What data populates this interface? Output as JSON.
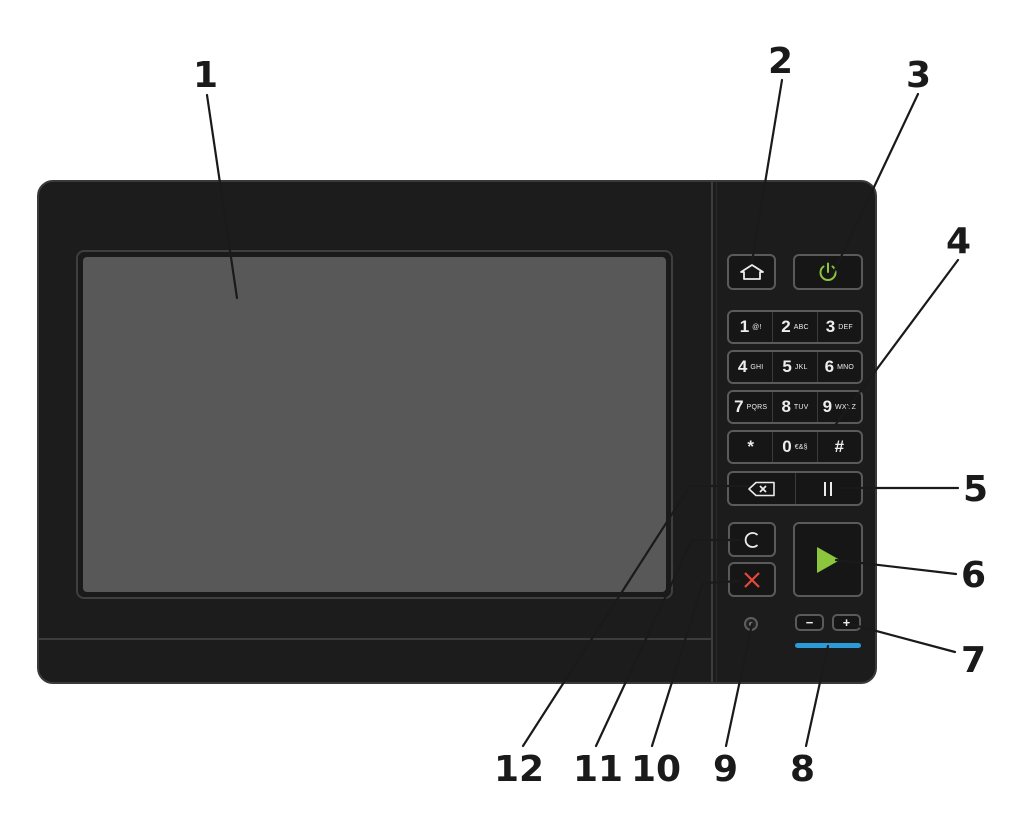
{
  "callouts": {
    "c1": "1",
    "c2": "2",
    "c3": "3",
    "c4": "4",
    "c5": "5",
    "c6": "6",
    "c7": "7",
    "c8": "8",
    "c9": "9",
    "c10": "10",
    "c11": "11",
    "c12": "12"
  },
  "keypad": {
    "rows": [
      [
        {
          "digit": "1",
          "letters": "@!"
        },
        {
          "digit": "2",
          "letters": "ABC"
        },
        {
          "digit": "3",
          "letters": "DEF"
        }
      ],
      [
        {
          "digit": "4",
          "letters": "GHI"
        },
        {
          "digit": "5",
          "letters": "JKL"
        },
        {
          "digit": "6",
          "letters": "MNO"
        }
      ],
      [
        {
          "digit": "7",
          "letters": "PQRS"
        },
        {
          "digit": "8",
          "letters": "TUV"
        },
        {
          "digit": "9",
          "letters": "WXYZ"
        }
      ],
      [
        {
          "digit": "*",
          "letters": ""
        },
        {
          "digit": "0",
          "letters": "€&§"
        },
        {
          "digit": "#",
          "letters": ""
        }
      ]
    ]
  },
  "volume": {
    "minus": "−",
    "plus": "+"
  },
  "colors": {
    "panel": "#1c1c1c",
    "screen": "#585858",
    "power_icon": "#8cc63f",
    "start_icon": "#8cc63f",
    "stop_icon": "#e8473a",
    "indicator_light": "#2a9bd6",
    "callout_text": "#1a1a1a"
  }
}
